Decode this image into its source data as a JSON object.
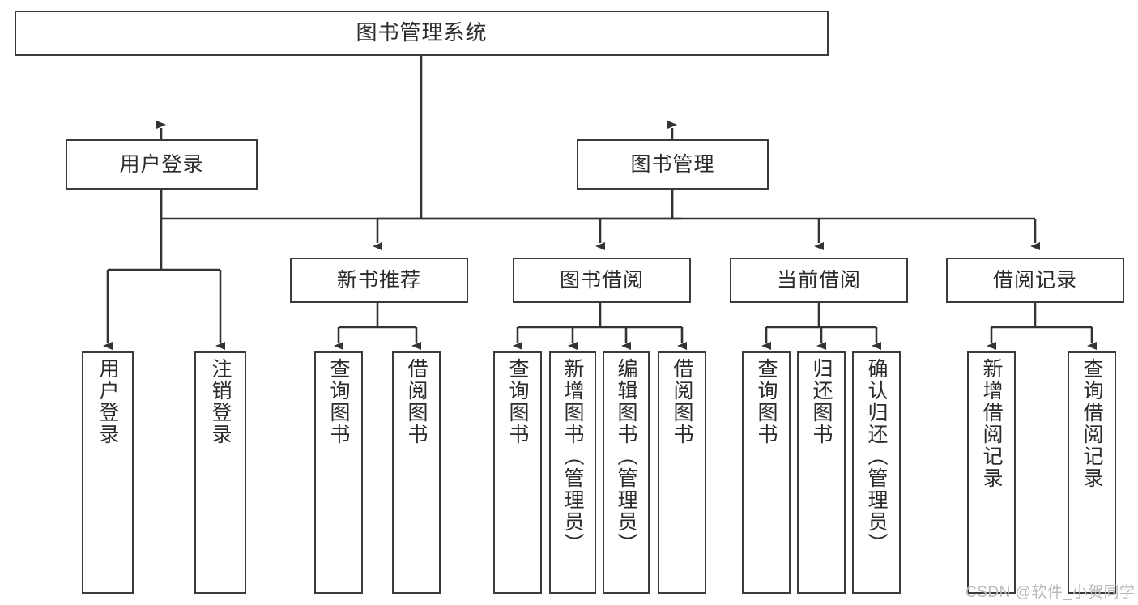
{
  "diagram": {
    "type": "tree-hierarchy-chart",
    "title": "图书管理系统",
    "orientation": "top-down",
    "colors": {
      "box_border": "#3b3b3b",
      "box_fill": "#ffffff",
      "text": "#2b2b2b",
      "edge": "#333333",
      "watermark": "#b9b9b9"
    },
    "nodes": {
      "root": {
        "label": "图书管理系统"
      },
      "level2": [
        {
          "id": "user-login",
          "label": "用户登录"
        },
        {
          "id": "book-management",
          "label": "图书管理"
        }
      ],
      "level3": [
        {
          "id": "new-book-recommend",
          "label": "新书推荐"
        },
        {
          "id": "book-borrow",
          "label": "图书借阅"
        },
        {
          "id": "current-borrow",
          "label": "当前借阅"
        },
        {
          "id": "borrow-record",
          "label": "借阅记录"
        }
      ],
      "leaves": [
        {
          "id": "leaf-user-login",
          "label": "用户登录",
          "parent": "user-login"
        },
        {
          "id": "leaf-logout-login",
          "label": "注销登录",
          "parent": "user-login"
        },
        {
          "id": "leaf-query-book-1",
          "label": "查询图书",
          "parent": "new-book-recommend"
        },
        {
          "id": "leaf-borrow-book-1",
          "label": "借阅图书",
          "parent": "new-book-recommend"
        },
        {
          "id": "leaf-query-book-2",
          "label": "查询图书",
          "parent": "book-borrow"
        },
        {
          "id": "leaf-add-book",
          "label": "新增图书（管理员）",
          "parent": "book-borrow"
        },
        {
          "id": "leaf-edit-book",
          "label": "编辑图书（管理员）",
          "parent": "book-borrow"
        },
        {
          "id": "leaf-borrow-book-2",
          "label": "借阅图书",
          "parent": "book-borrow"
        },
        {
          "id": "leaf-query-book-3",
          "label": "查询图书",
          "parent": "current-borrow"
        },
        {
          "id": "leaf-return-book",
          "label": "归还图书",
          "parent": "current-borrow"
        },
        {
          "id": "leaf-confirm-return",
          "label": "确认归还（管理员）",
          "parent": "current-borrow"
        },
        {
          "id": "leaf-add-record",
          "label": "新增借阅记录",
          "parent": "borrow-record"
        },
        {
          "id": "leaf-query-record",
          "label": "查询借阅记录",
          "parent": "borrow-record"
        }
      ]
    }
  },
  "watermark": {
    "text": "CSDN @软件_小贺同学"
  }
}
